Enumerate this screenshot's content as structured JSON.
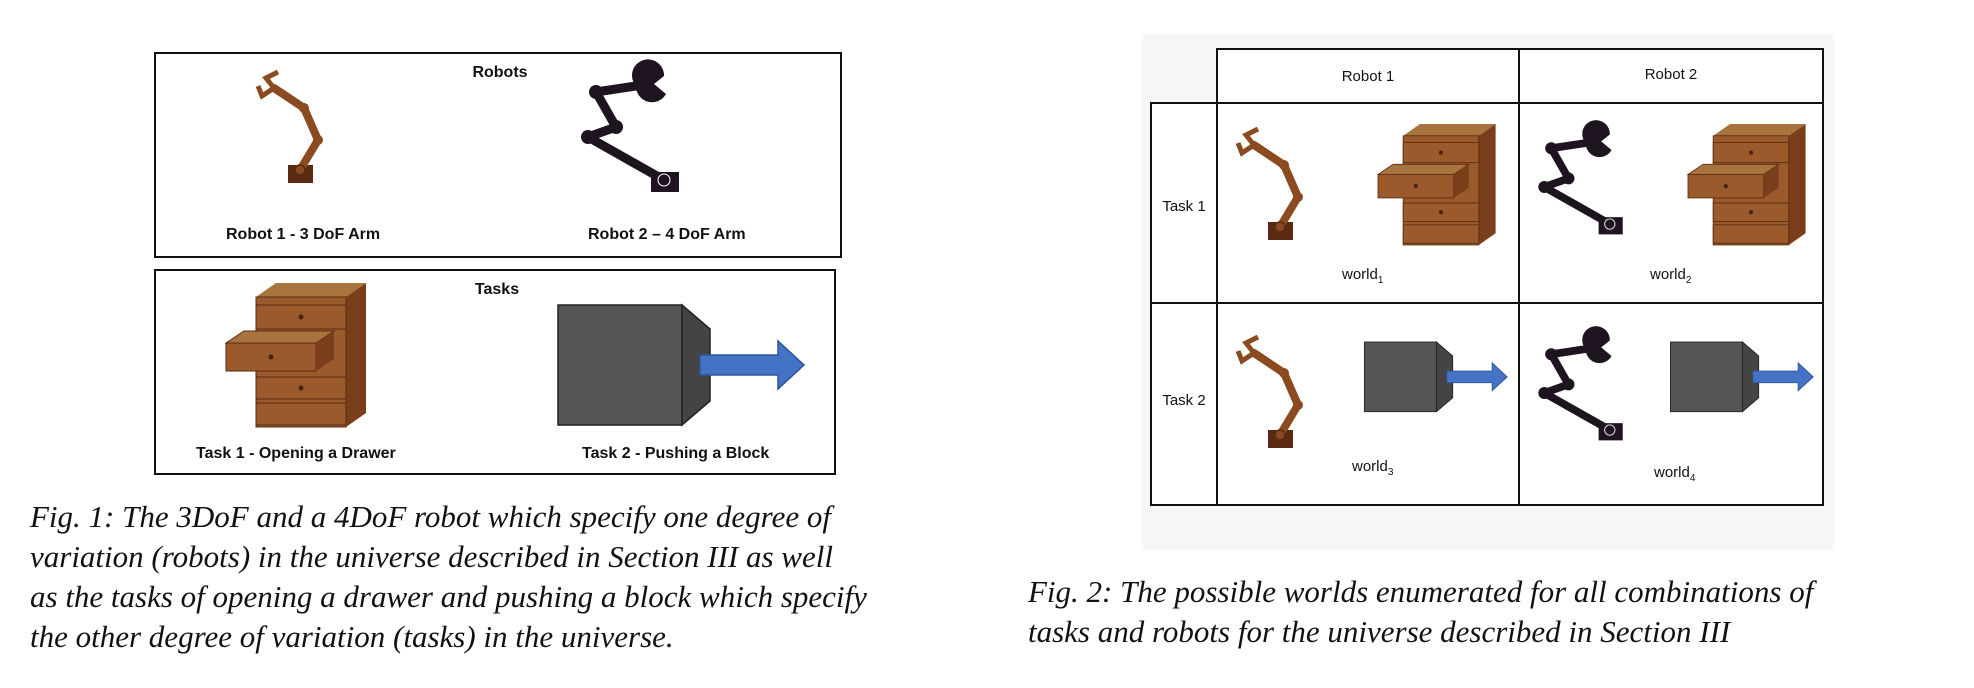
{
  "fig1": {
    "robots_title": "Robots",
    "robot1_label": "Robot 1 - 3 DoF Arm",
    "robot2_label": "Robot 2 – 4 DoF Arm",
    "tasks_title": "Tasks",
    "task1_label": "Task 1 - Opening a Drawer",
    "task2_label": "Task 2 - Pushing a Block",
    "caption_lines": [
      "Fig. 1: The 3DoF and a 4DoF robot which specify one degree of",
      "variation (robots) in the universe described in Section III as well",
      "as the tasks of opening a drawer and pushing a block which specify",
      "the other degree of variation (tasks) in the universe."
    ]
  },
  "fig2": {
    "col_headers": [
      "Robot 1",
      "Robot 2"
    ],
    "row_headers": [
      "Task 1",
      "Task 2"
    ],
    "world_base": "world",
    "world_subs": [
      "1",
      "2",
      "3",
      "4"
    ],
    "caption_lines": [
      "Fig. 2: The possible worlds enumerated for all combinations of",
      "tasks and robots for the universe described in Section III"
    ]
  },
  "colors": {
    "robot1": "#8B4A1F",
    "robot1_base": "#5A2A12",
    "robot2": "#1E1420",
    "drawer_front": "#9A5A2C",
    "drawer_top": "#A8743E",
    "drawer_side": "#7A3E1A",
    "block_front": "#555555",
    "block_side": "#444444",
    "arrow": "#4472C4"
  }
}
